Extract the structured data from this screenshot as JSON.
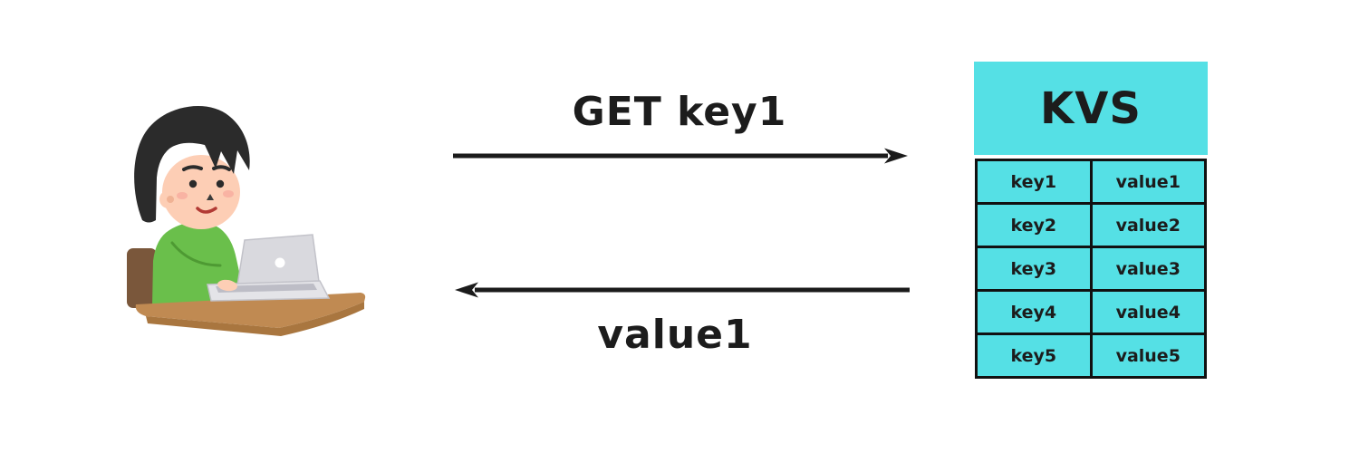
{
  "colors": {
    "table_fill_cyan": "#55e0e5",
    "ink_black": "#1c1c1c",
    "shirt_green": "#6abf4b",
    "desk_brown": "#c08a52",
    "skin": "#fdceb5"
  },
  "request": {
    "label": "GET key1"
  },
  "response": {
    "label": "value1"
  },
  "kvs": {
    "title": "KVS",
    "rows": [
      {
        "key": "key1",
        "value": "value1"
      },
      {
        "key": "key2",
        "value": "value2"
      },
      {
        "key": "key3",
        "value": "value3"
      },
      {
        "key": "key4",
        "value": "value4"
      },
      {
        "key": "key5",
        "value": "value5"
      }
    ]
  },
  "icons": {
    "person": "person-using-laptop-icon"
  }
}
